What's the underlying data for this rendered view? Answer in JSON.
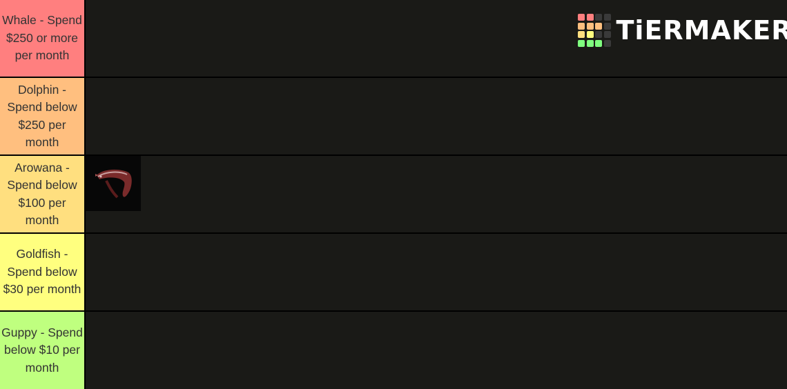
{
  "brand": {
    "name": "TiERMAKER",
    "grid_colors": [
      "#ff7f7f",
      "#ff7f7f",
      "#3a3a3a",
      "#3a3a3a",
      "#ffbf7f",
      "#ffbf7f",
      "#ffbf7f",
      "#3a3a3a",
      "#ffdf7f",
      "#ffff7f",
      "#3a3a3a",
      "#3a3a3a",
      "#7fff7f",
      "#7fff7f",
      "#7fff7f",
      "#3a3a3a"
    ]
  },
  "tiers": [
    {
      "label": "Whale - Spend $250 or more per month",
      "color": "#ff7f7f",
      "items": []
    },
    {
      "label": "Dolphin - Spend below $250 per month",
      "color": "#ffbf7f",
      "items": []
    },
    {
      "label": "Arowana - Spend below $100 per month",
      "color": "#ffdf7f",
      "items": [
        "arowana-fish"
      ]
    },
    {
      "label": "Goldfish - Spend below $30 per month",
      "color": "#ffff7f",
      "items": []
    },
    {
      "label": "Guppy - Spend below $10 per month",
      "color": "#bfff7f",
      "items": []
    }
  ]
}
